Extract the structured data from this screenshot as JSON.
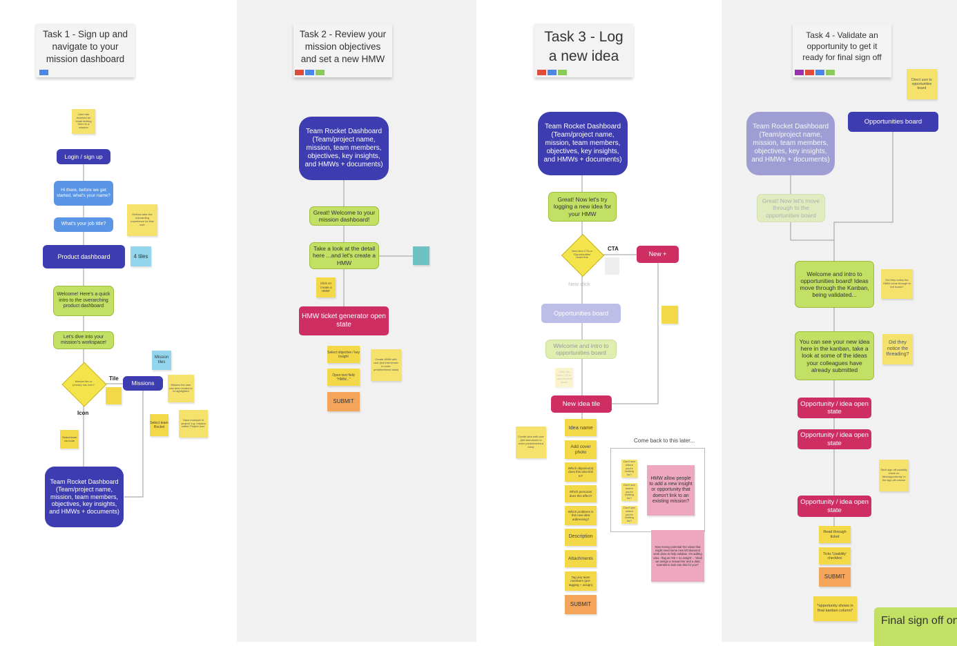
{
  "t1": {
    "title": "Task 1 - Sign up and navigate to your mission dashboard",
    "swatch": "#4a86e8",
    "note_email": "User has received an email inviting them to a mission",
    "login": "Login / sign up",
    "name_q": "Hi there, before we get started, what's your name?",
    "job_q": "What's your job title?",
    "note_define": "Defines later the onboarding experience for that user",
    "product": "Product dashboard",
    "tiles": "4 tiles",
    "welcome": "Welcome! Here's a quick intro to the overarching product dashboard",
    "dive": "Let's dive into your mission's workspace!",
    "diamond": "Mission tile or primary nav icon?",
    "tile_lbl": "Tile",
    "icon_lbl": "Icon",
    "missions": "Missions",
    "mission_tiles": "Mission tiles",
    "note_mission": "Mission the user has been invited to is highlighted",
    "select_team": "Select team Rocket",
    "note_example": "Have example of 'project' e.g. mission called 'Project Icon'",
    "select_icon": "Select team via node",
    "dashboard": "Team Rocket Dashboard (Team/project name, mission, team members, objectives, key insights, and HMWs + documents)"
  },
  "t2": {
    "title": "Task 2 - Review your mission objectives and set a new HMW",
    "swatches": [
      "#e04c3c",
      "#4a86e8",
      "#8cc95a"
    ],
    "dashboard": "Team Rocket Dashboard (Team/project name, mission, team members, objectives, key insights, and HMWs + documents)",
    "welcome": "Great! Welcome to your mission dashboard!",
    "detail": "Take a look at the detail here ...and let's create a HMW",
    "note_click": "Click on 'create a HMW'",
    "generator": "HMW ticket generator open state",
    "select_obj": "Select objective / key insight",
    "open_field": "Open text field \"HMW...\"",
    "note_create": "Create HMW with user (tell interviewer to enter predetermined data)",
    "submit": "SUBMIT"
  },
  "t3": {
    "title": "Task 3 - Log a new idea",
    "swatches": [
      "#e04c3c",
      "#4a86e8",
      "#8cc95a"
    ],
    "dashboard": "Team Rocket Dashboard (Team/project name, mission, team members, objectives, key insights, and HMWs + documents)",
    "great": "Great! Now let's try logging a new idea for your HMW",
    "diamond": "New idea CTA or 'Opportunities' board link",
    "cta": "CTA",
    "new_btn": "New +",
    "new_click": "New click",
    "opp_board": "Opportunities board",
    "welcome_opp": "Welcome and intro to opportunities board",
    "note_small": "Click into idea CTA or opportunities board",
    "new_tile": "New idea tile",
    "note_create": "Create idea with user (tell interviewer to enter predetermined idea)",
    "fields": [
      "Idea name",
      "Add cover photo",
      "Which objective(s) does this idea link to?",
      "Which personas does this affect?",
      "Which problems is this new idea addressing?",
      "Description",
      "Attachments",
      "Tag any team members (pre-tagging + assign)",
      "SUBMIT"
    ],
    "come_back": "Come back to this later...",
    "hmw_note": "HMW allow people to add a new insight or opportunity that doesn't link to an existing mission?",
    "small_notes": [
      "Don't see where you're looking for?",
      "Don't see where you're looking for?",
      "Don't see where you're looking for?"
    ],
    "pink2": "New messy potential 'Do' ideas that might need some new left diamond work done to help validate. On adding idea - flag as 'HE + no insight'... 'Shall we assign a researcher and a data scientist to look into this for you?'"
  },
  "t4": {
    "title": "Task 4 - Validate an opportunity to get it ready for final sign off",
    "swatches": [
      "#9b2fae",
      "#e04c3c",
      "#4a86e8",
      "#8cc95a"
    ],
    "note_direct": "Direct user to opportunities board",
    "dashboard": "Team Rocket Dashboard (Team/project name, mission, team members, objectives, key insights, and HMWs + documents)",
    "opp_board": "Opportunities board",
    "great": "Great! Now let's move through to the opportunities board",
    "welcome": "Welcome and intro to opportunities board! Ideas move through the Kanban, being validated...",
    "note_hmw": "Did they notice the HMW come through to the board?",
    "new_idea": "You can see your new idea here in the kanban, take a look at some of the ideas your colleagues have already submitted",
    "note_thread": "Did they notice the threading?",
    "opp1": "Opportunity / idea open state",
    "opp2": "Opportunity / idea open state",
    "note_tick": "Stick sign off usability check on 'idea/opportunity' in the sign off column",
    "opp3": "Opportunity / idea open state",
    "read": "Read through ticket",
    "ticks": "Ticks 'Usability' checkbox",
    "submit": "SUBMIT",
    "shows": "*opportunity shows in final kanban column*",
    "final": "Final sign off on an opportunity"
  }
}
